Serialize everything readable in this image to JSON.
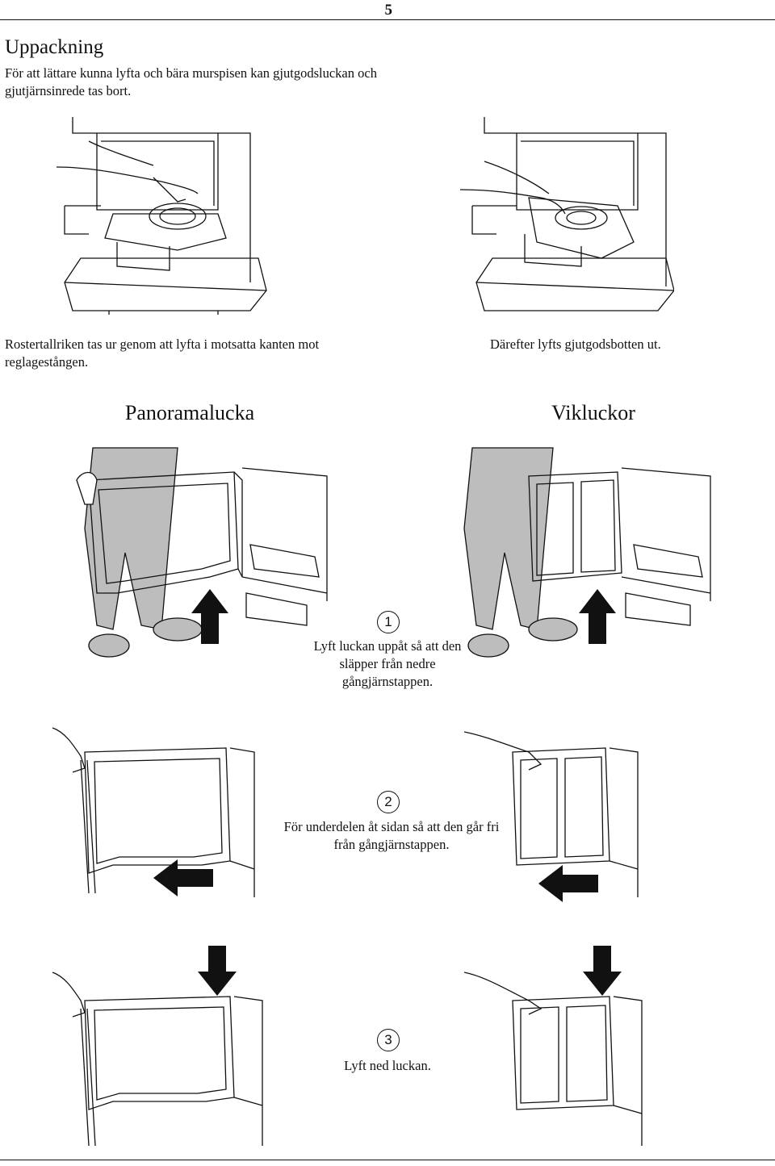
{
  "page": {
    "number": "5"
  },
  "section": {
    "title": "Uppackning",
    "intro": "För att lättare kunna lyfta och bära murspisen kan gjutgodsluckan och gjutjärnsinrede tas bort."
  },
  "captions": {
    "left": "Rostertallriken tas ur genom att lyfta i motsatta kanten mot reglagestången.",
    "right": "Därefter lyfts gjutgodsbotten ut."
  },
  "headings": {
    "panorama": "Panoramalucka",
    "vikluckor": "Vikluckor"
  },
  "steps": [
    {
      "number": "1",
      "text": "Lyft luckan uppåt så att den släpper från nedre gångjärnstappen."
    },
    {
      "number": "2",
      "text": "För underdelen åt sidan så att den går fri från gångjärnstappen."
    },
    {
      "number": "3",
      "text": "Lyft ned luckan."
    }
  ],
  "illustrations": [
    {
      "id": "stove-remove-grate",
      "icon": "stove-illustration"
    },
    {
      "id": "stove-lift-bottom",
      "icon": "stove-illustration"
    },
    {
      "id": "panorama-step-1",
      "icon": "door-lift-illustration"
    },
    {
      "id": "vikluckor-step-1",
      "icon": "door-lift-illustration"
    },
    {
      "id": "panorama-step-2",
      "icon": "door-slide-illustration"
    },
    {
      "id": "vikluckor-step-2",
      "icon": "door-slide-illustration"
    },
    {
      "id": "panorama-step-3",
      "icon": "door-lower-illustration"
    },
    {
      "id": "vikluckor-step-3",
      "icon": "door-lower-illustration"
    }
  ],
  "colors": {
    "ink": "#111111",
    "arrow": "#111111",
    "shade": "#bdbdbd"
  }
}
